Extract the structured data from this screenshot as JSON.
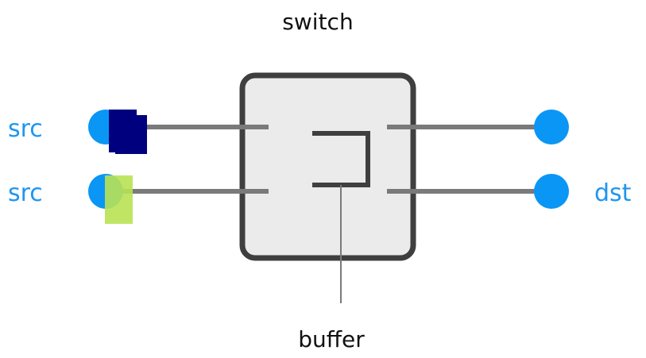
{
  "diagram": {
    "switch_label": "switch",
    "buffer_label": "buffer",
    "sources": [
      {
        "label": "src",
        "packet": "navy"
      },
      {
        "label": "src",
        "packet": "lime"
      }
    ],
    "destination_label": "dst"
  },
  "colors": {
    "node": "#0a96f5",
    "node_label": "#1e96f0",
    "link": "#7a7a7a",
    "switch_fill": "#ebebeb",
    "switch_border": "#3f3f3f",
    "buffer": "#3f3f3f",
    "packet_navy": "#00007f",
    "packet_lime": "#b9e254"
  },
  "icons": {
    "endpoint": "circle-node-icon",
    "packet": "packet-icon"
  }
}
